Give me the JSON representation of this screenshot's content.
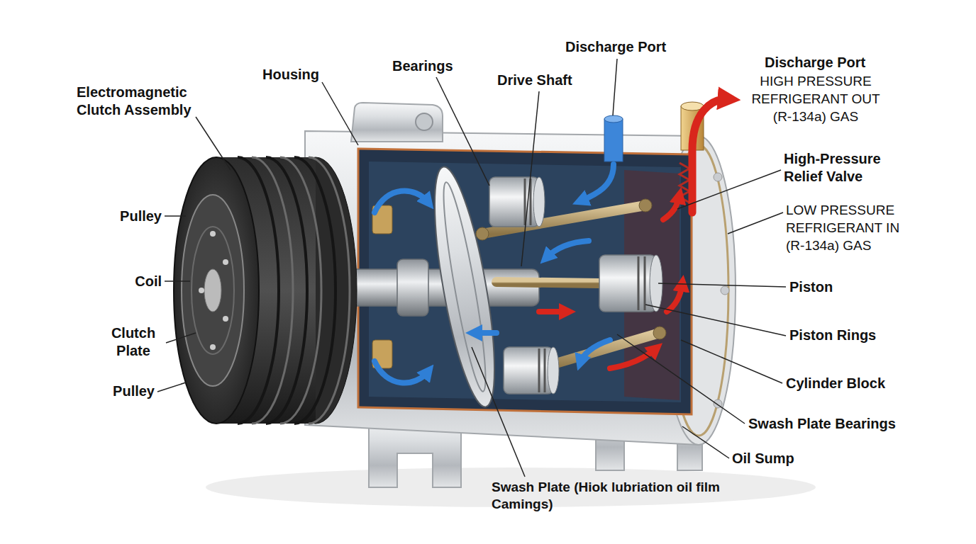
{
  "diagram": {
    "labels": [
      "Discharge Port",
      "Housing",
      "Bearings",
      "Drive Shaft",
      "Electromagnetic Clutch Assembly",
      "Discharge Port",
      "HIGH PRESSURE REFRIGERANT OUT (R-134a) GAS",
      "High-Pressure Relief Valve",
      "LOW PRESSURE REFRIGERANT IN (R-134a) GAS",
      "Pulley",
      "Coil",
      "Clutch Plate",
      "Pulley",
      "Piston",
      "Piston Rings",
      "Cylinder Block",
      "Swash Plate Bearings",
      "Oil Sump",
      "Swash Plate (Hiok lubriation oil film Camings)"
    ]
  }
}
